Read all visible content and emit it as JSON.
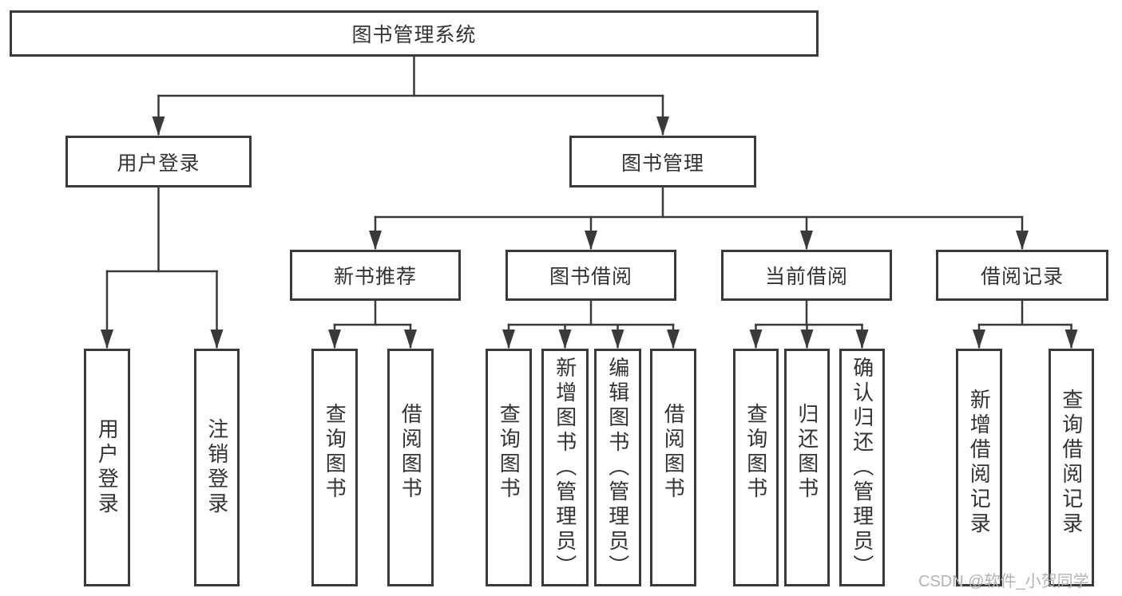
{
  "diagram_title": "图书管理系统",
  "watermark": {
    "text": "CSDN @软件_小贺同学"
  },
  "colors": {
    "line": "#3a3a3a",
    "text": "#333333",
    "box_fill": "#ffffff",
    "background": "#ffffff",
    "watermark": "#b3b3b3"
  },
  "tree": {
    "label": "图书管理系统",
    "children": [
      {
        "label": "用户登录",
        "children": [
          {
            "label": "用户登录"
          },
          {
            "label": "注销登录"
          }
        ]
      },
      {
        "label": "图书管理",
        "children": [
          {
            "label": "新书推荐",
            "children": [
              {
                "label": "查询图书"
              },
              {
                "label": "借阅图书"
              }
            ]
          },
          {
            "label": "图书借阅",
            "children": [
              {
                "label": "查询图书"
              },
              {
                "label": "新增图书（管理员）"
              },
              {
                "label": "编辑图书（管理员）"
              },
              {
                "label": "借阅图书"
              }
            ]
          },
          {
            "label": "当前借阅",
            "children": [
              {
                "label": "查询图书"
              },
              {
                "label": "归还图书"
              },
              {
                "label": "确认归还（管理员）"
              }
            ]
          },
          {
            "label": "借阅记录",
            "children": [
              {
                "label": "新增借阅记录"
              },
              {
                "label": "查询借阅记录"
              }
            ]
          }
        ]
      }
    ]
  }
}
